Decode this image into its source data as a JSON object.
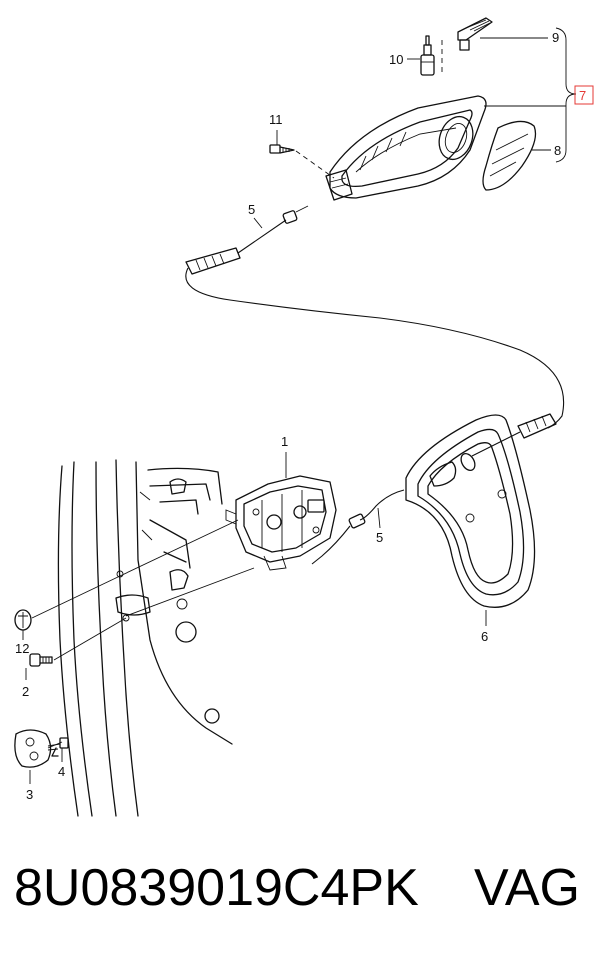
{
  "callouts": {
    "c1": "1",
    "c2": "2",
    "c3": "3",
    "c4": "4",
    "c5a": "5",
    "c5b": "5",
    "c6": "6",
    "c7": "7",
    "c8": "8",
    "c9": "9",
    "c10": "10",
    "c11": "11",
    "c12": "12"
  },
  "footer": {
    "part_number": "8U0839019C4PK",
    "brand": "VAG"
  },
  "colors": {
    "highlight_box": "#e53935",
    "line": "#111111"
  }
}
